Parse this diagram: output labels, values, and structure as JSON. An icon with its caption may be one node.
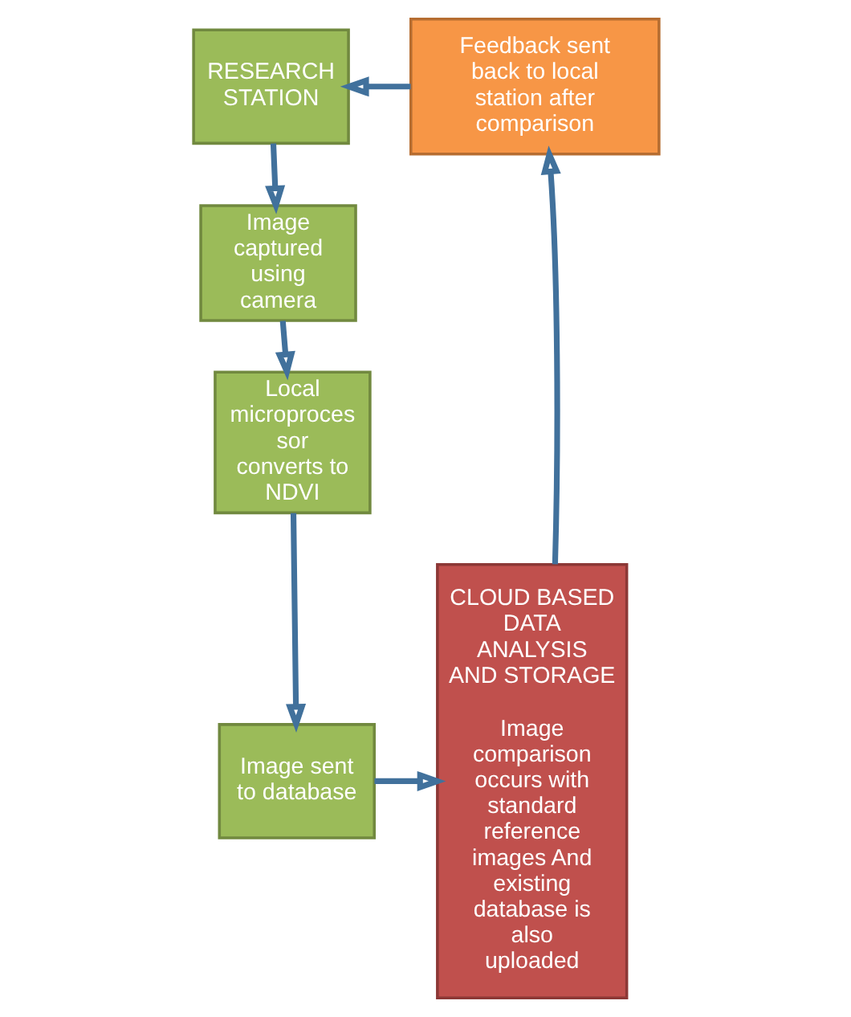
{
  "diagram": {
    "nodes": [
      {
        "text": [
          "RESEARCH STATION"
        ]
      },
      {
        "text": [
          "Feedback sent back to local station after comparison"
        ]
      },
      {
        "text": [
          "Image captured using camera"
        ]
      },
      {
        "text": [
          "Local microproces sor converts to NDVI"
        ]
      },
      {
        "text": [
          "Image sent to database"
        ]
      },
      {
        "text": [
          "CLOUD BASED DATA ANALYSIS AND STORAGE",
          "Image comparison occurs with standard reference images And existing database is also uploaded"
        ]
      }
    ],
    "edges": [
      {
        "from": 0,
        "to": 2,
        "arrow": "to"
      },
      {
        "from": 2,
        "to": 3,
        "arrow": "to"
      },
      {
        "from": 3,
        "to": 4,
        "arrow": "to"
      },
      {
        "from": 4,
        "to": 5,
        "arrow": "to"
      },
      {
        "from": 5,
        "to": 1,
        "arrow": "to"
      },
      {
        "from": 1,
        "to": 0,
        "arrow": "to"
      }
    ]
  }
}
